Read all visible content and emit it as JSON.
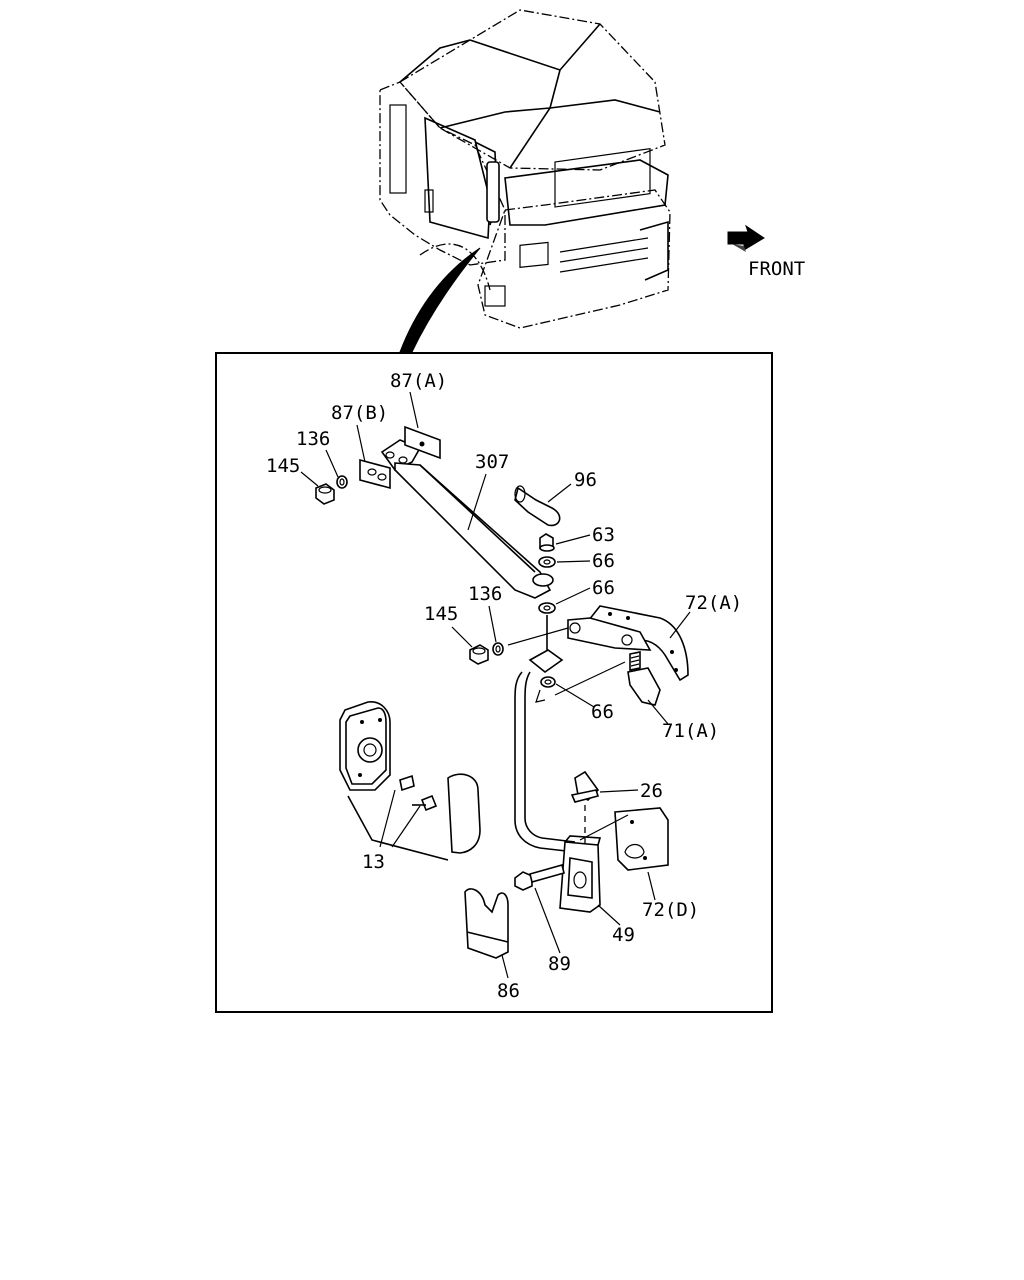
{
  "direction": {
    "label": "FRONT",
    "icon": "front-arrow-icon"
  },
  "callouts": {
    "c87a": "87(A)",
    "c87b": "87(B)",
    "c136a": "136",
    "c145a": "145",
    "c307": "307",
    "c96": "96",
    "c63": "63",
    "c66a": "66",
    "c66b": "66",
    "c136b": "136",
    "c145b": "145",
    "c72a": "72(A)",
    "c66c": "66",
    "c71a": "71(A)",
    "c26": "26",
    "c13": "13",
    "c72d": "72(D)",
    "c49": "49",
    "c89": "89",
    "c86": "86"
  }
}
